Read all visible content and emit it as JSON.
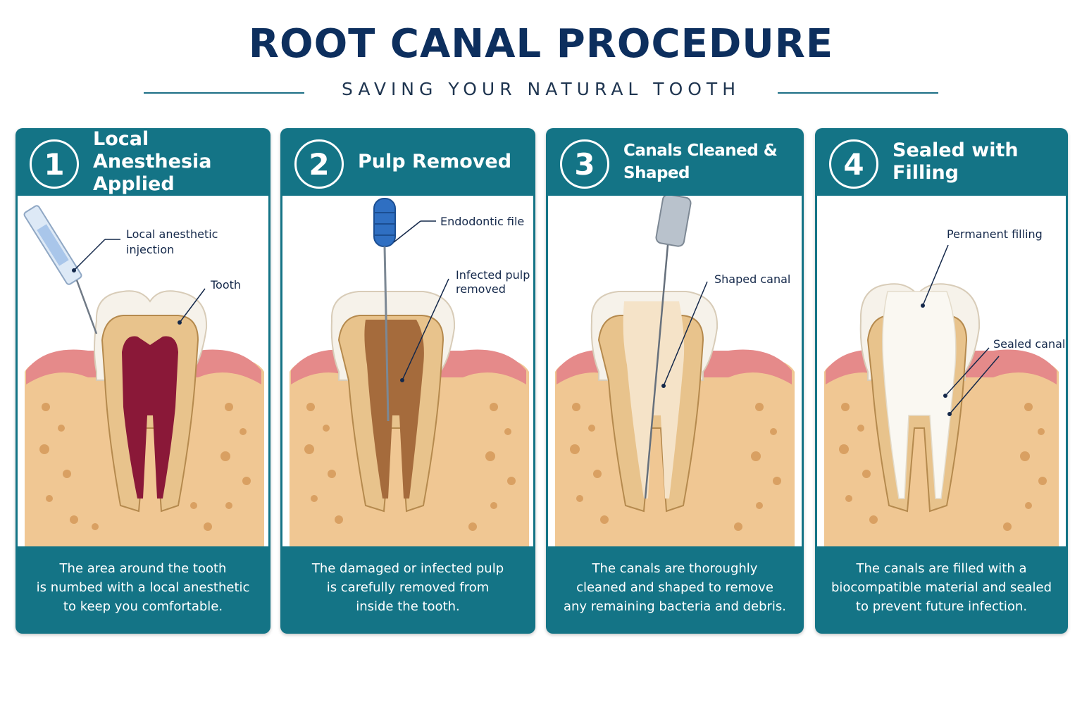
{
  "header": {
    "title": "ROOT CANAL PROCEDURE",
    "subtitle": "SAVING YOUR NATURAL TOOTH"
  },
  "steps": [
    {
      "number": "1",
      "title_lines": [
        "Local Anesthesia",
        "Applied"
      ],
      "labels": {
        "injection_1": "Local anesthetic",
        "injection_2": "injection",
        "tooth": "Tooth"
      },
      "description": [
        "The area around the tooth",
        "is numbed with a local anesthetic",
        "to keep you comfortable."
      ]
    },
    {
      "number": "2",
      "title_lines": [
        "Pulp Removed"
      ],
      "labels": {
        "file": "Endodontic file",
        "pulp_1": "Infected pulp",
        "pulp_2": "removed"
      },
      "description": [
        "The damaged or infected pulp",
        "is carefully removed from",
        "inside the tooth."
      ]
    },
    {
      "number": "3",
      "title_lines": [
        "Canals Cleaned & Shaped"
      ],
      "labels": {
        "canal": "Shaped canal"
      },
      "description": [
        "The canals are thoroughly",
        "cleaned and shaped to remove",
        "any remaining bacteria and debris."
      ]
    },
    {
      "number": "4",
      "title_lines": [
        "Sealed with Filling"
      ],
      "labels": {
        "filling": "Permanent filling",
        "sealed": "Sealed canals"
      },
      "description": [
        "The canals are filled with a",
        "biocompatible material and sealed",
        "to prevent future infection."
      ]
    }
  ],
  "colors": {
    "title": "#0d2f5e",
    "card": "#147486",
    "gum": "#e58a8a",
    "bone": "#f0c793",
    "dentin": "#e8c38c",
    "enamel": "#f6f2ea",
    "pulp": "#8a1838",
    "file_handle": "#2f6fc2",
    "filling": "#faf8f2"
  }
}
